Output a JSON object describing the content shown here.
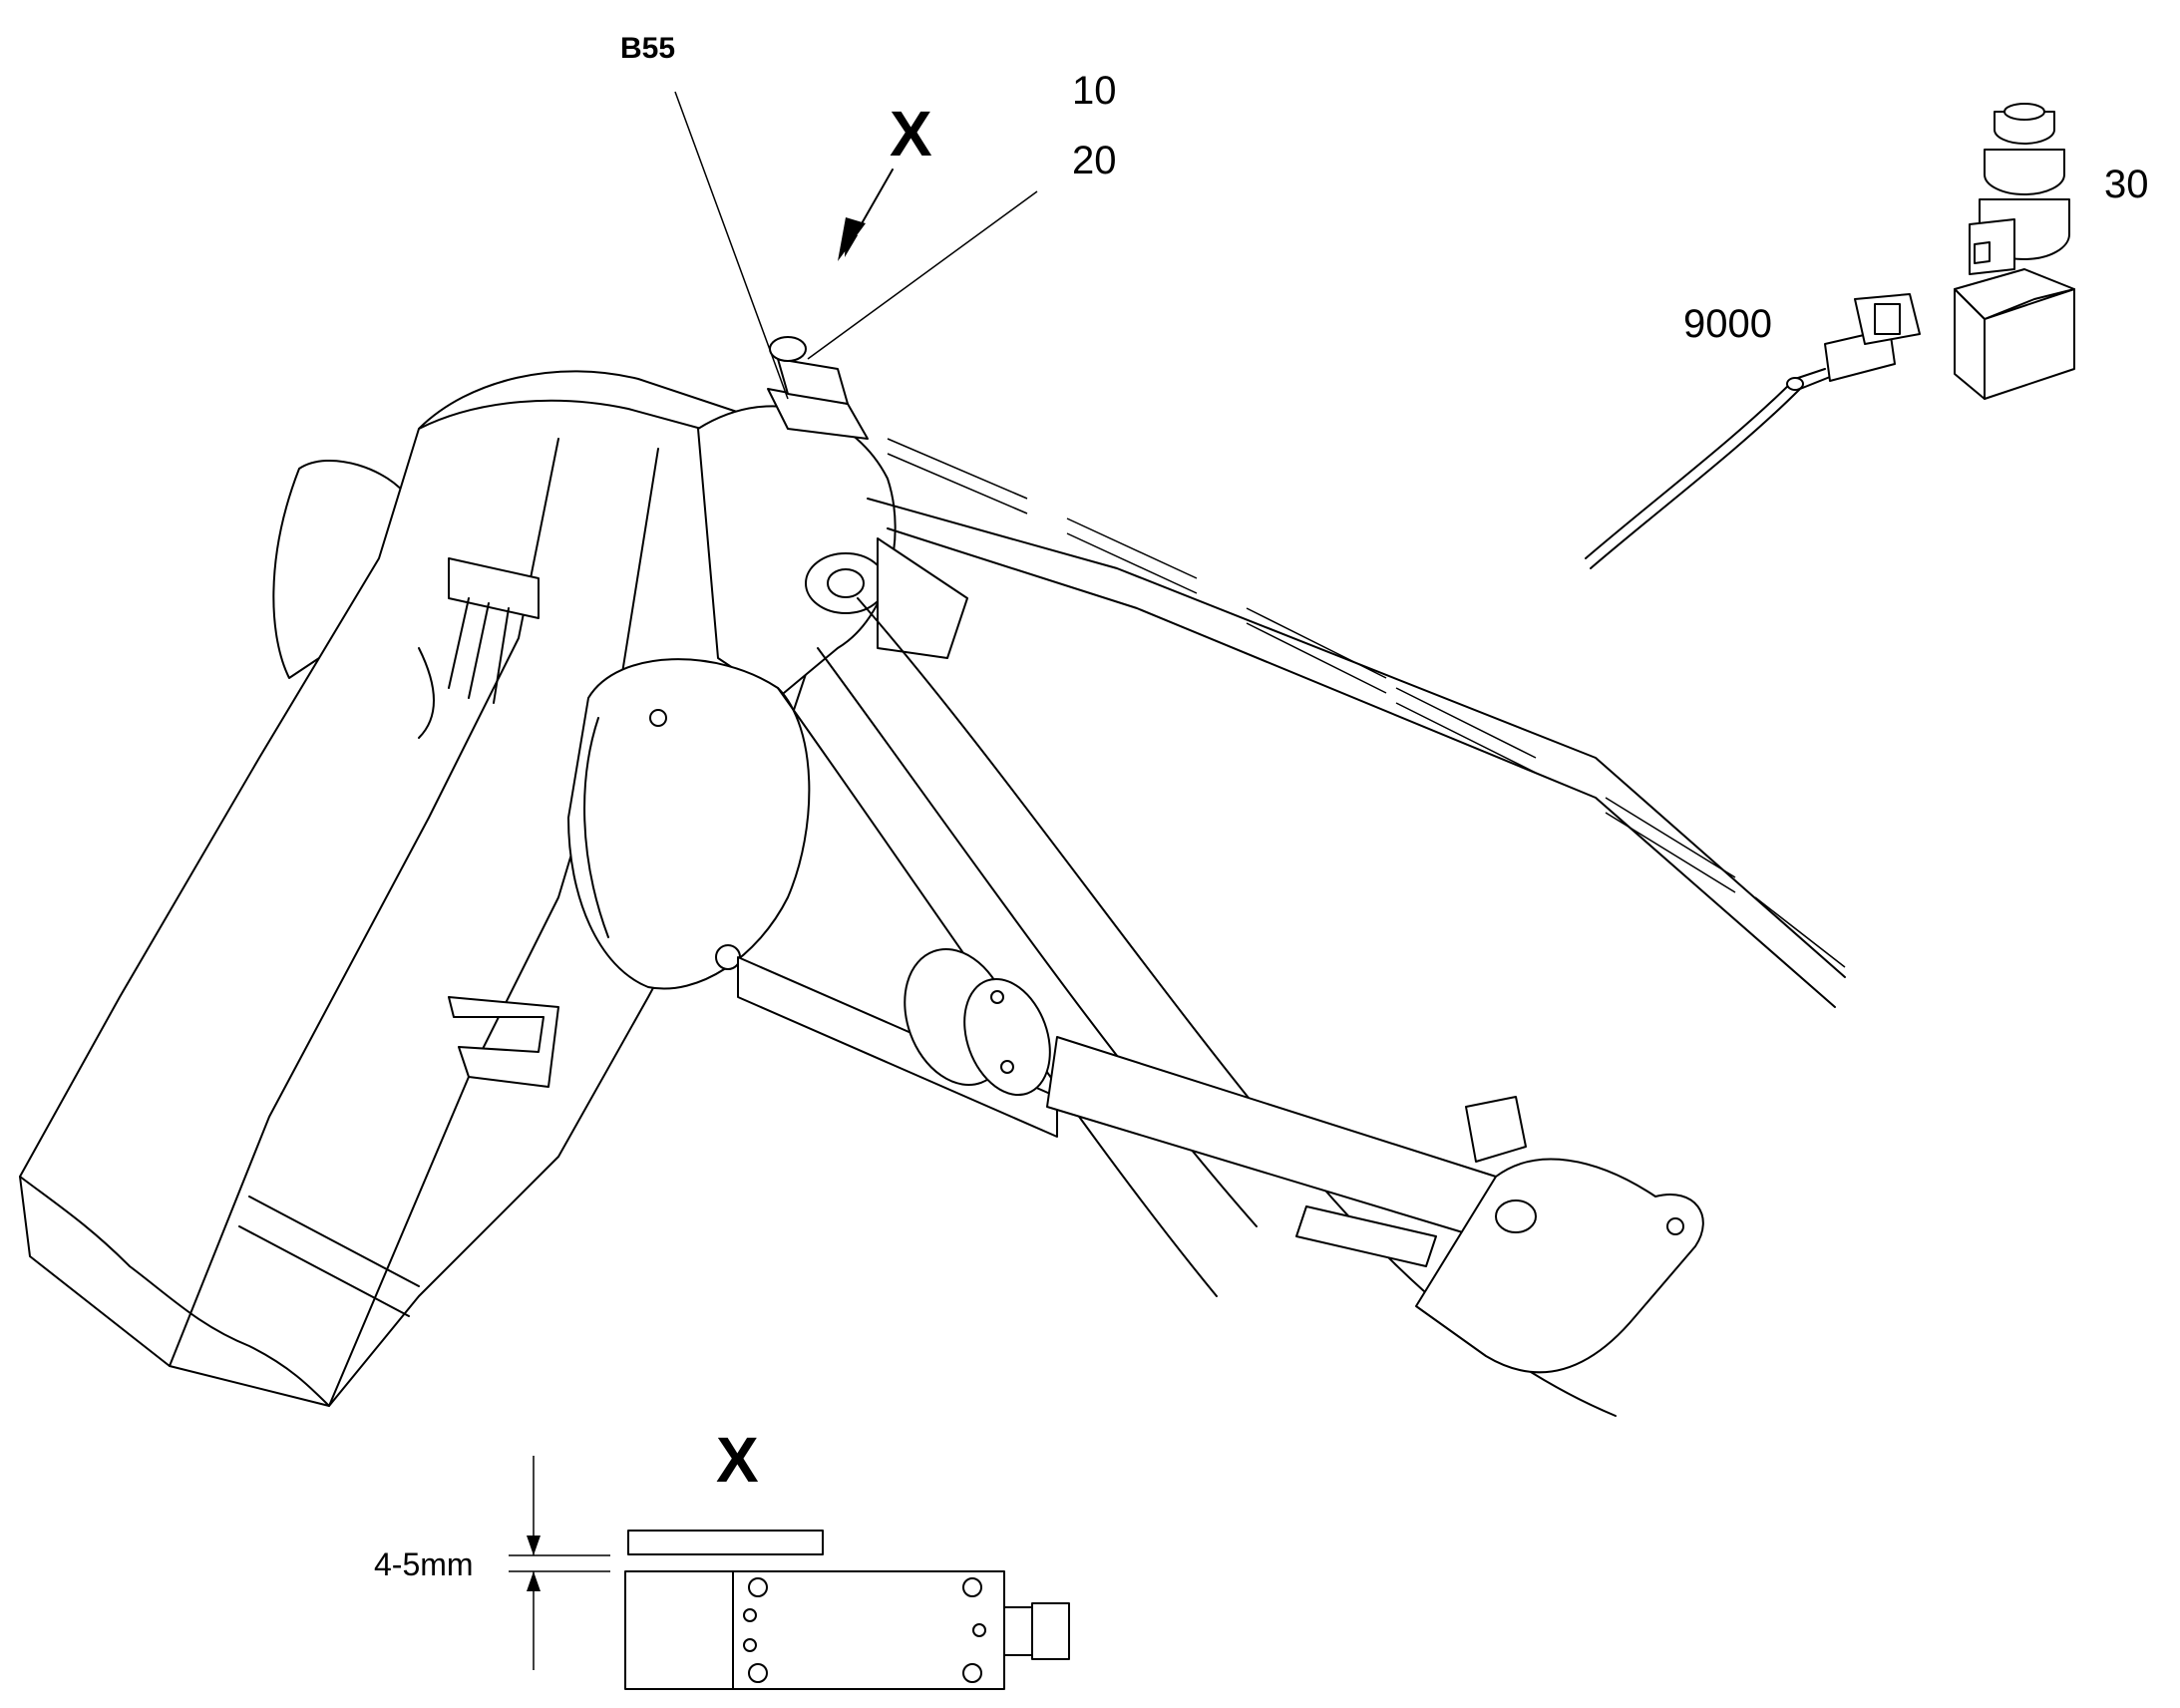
{
  "callouts": {
    "b55": "B55",
    "item_10": "10",
    "item_20": "20",
    "item_30": "30",
    "item_9000": "9000"
  },
  "view": {
    "marker": "X",
    "detail_title": "X",
    "gap_dimension": "4-5mm"
  },
  "colors": {
    "line": "#000000",
    "background": "#ffffff"
  }
}
